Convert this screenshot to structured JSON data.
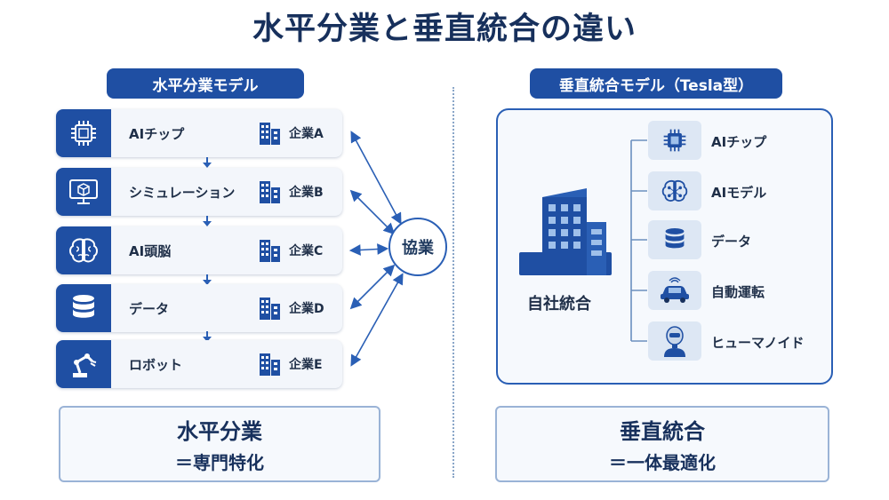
{
  "title": "水平分業と垂直統合の違い",
  "left": {
    "heading": "水平分業モデル",
    "rows": [
      {
        "label": "AIチップ",
        "company": "企業A",
        "icon": "chip-icon"
      },
      {
        "label": "シミュレーション",
        "company": "企業B",
        "icon": "monitor-cube-icon"
      },
      {
        "label": "AI頭脳",
        "company": "企業C",
        "icon": "brain-icon"
      },
      {
        "label": "データ",
        "company": "企業D",
        "icon": "database-icon"
      },
      {
        "label": "ロボット",
        "company": "企業E",
        "icon": "robot-arm-icon"
      }
    ],
    "collab": "協業",
    "summary_title": "水平分業",
    "summary_sub": "＝専門特化"
  },
  "right": {
    "heading": "垂直統合モデル（Tesla型）",
    "company_label": "自社統合",
    "items": [
      {
        "label": "AIチップ",
        "icon": "chip-icon"
      },
      {
        "label": "AIモデル",
        "icon": "neural-network-icon"
      },
      {
        "label": "データ",
        "icon": "database-icon"
      },
      {
        "label": "自動運転",
        "icon": "autonomous-car-icon"
      },
      {
        "label": "ヒューマノイド",
        "icon": "humanoid-icon"
      }
    ],
    "summary_title": "垂直統合",
    "summary_sub": "＝一体最適化"
  },
  "colors": {
    "primary": "#1f4fa3",
    "title": "#17305c",
    "panel_bg": "#f3f6fb",
    "accent_line": "#2a5fb5"
  }
}
